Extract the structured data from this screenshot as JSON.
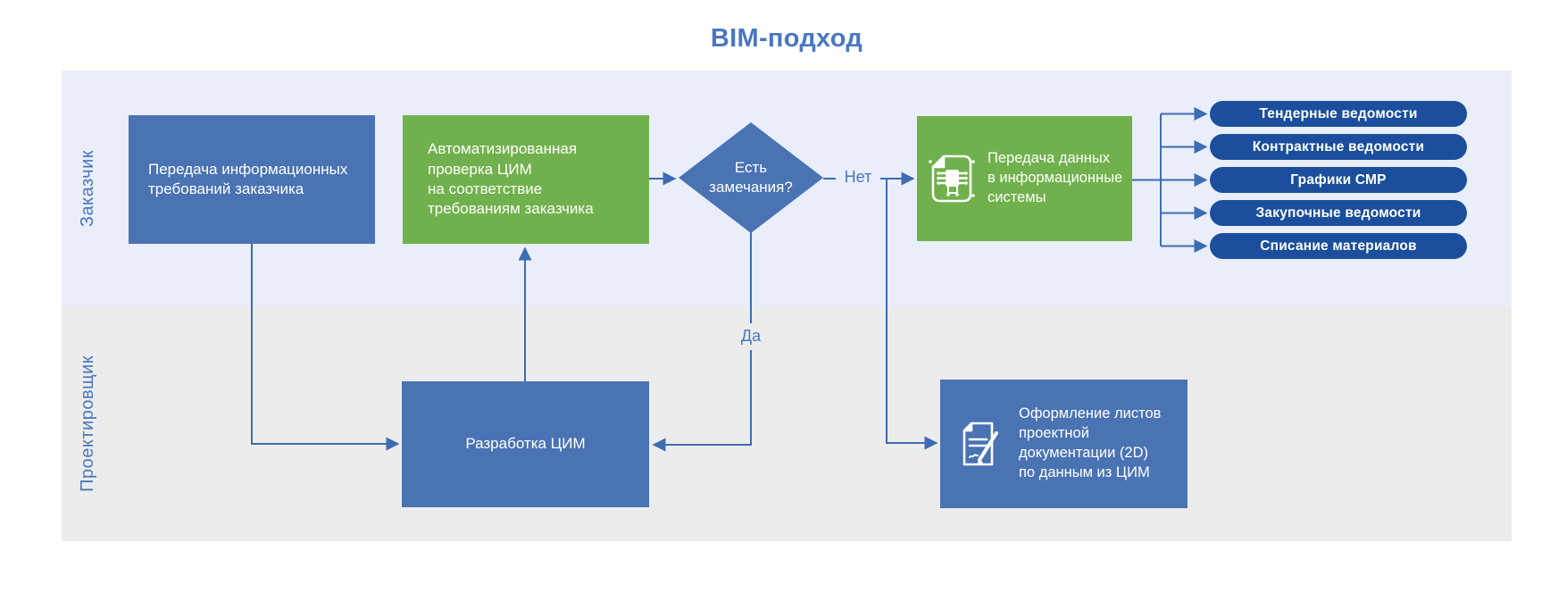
{
  "title": "BIM-подход",
  "lanes": {
    "customer": "Заказчик",
    "designer": "Проектировщик"
  },
  "nodes": {
    "requirements": "Передача информационных\nтребований заказчика",
    "check": "Автоматизированная\nпроверка ЦИМ\nна соответствие\nтребованиям заказчика",
    "decision": "Есть\nзамечания?",
    "transfer": "Передача данных\nв информационные\nсистемы",
    "develop": "Разработка ЦИМ",
    "sheets": "Оформление листов\nпроектной\nдокументации (2D)\nпо данным из ЦИМ"
  },
  "decision_labels": {
    "no": "Нет",
    "yes": "Да"
  },
  "outputs": [
    "Тендерные ведомости",
    "Контрактные ведомости",
    "Графики СМР",
    "Закупочные ведомости",
    "Списание материалов"
  ],
  "icons": {
    "transfer": "chip-circuit-icon",
    "sheets": "document-pen-icon"
  },
  "colors": {
    "blue": "#4a73b4",
    "green": "#71b14d",
    "pill": "#1b4f9d",
    "line": "#3e6cb3",
    "lane_customer_bg": "#e9eef8",
    "lane_designer_bg": "#ececec",
    "accent_text": "#4a77c0"
  }
}
